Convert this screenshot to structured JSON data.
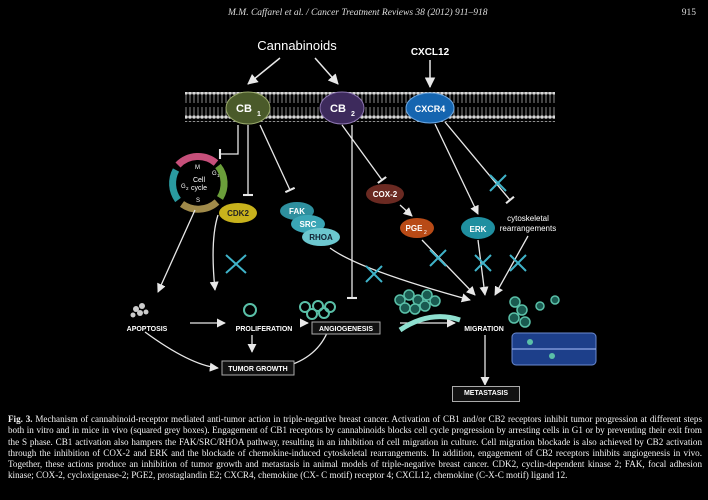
{
  "header": {
    "journal": "M.M. Caffarel et al. / Cancer Treatment Reviews 38 (2012) 911–918",
    "page": "915"
  },
  "figure": {
    "ligands": {
      "cannabinoids": "Cannabinoids",
      "cxcl12": "CXCL12"
    },
    "receptors": {
      "cb1": "CB",
      "cb1_sub": "1",
      "cb2": "CB",
      "cb2_sub": "2",
      "cxcr4": "CXCR4"
    },
    "cell_cycle": {
      "m": "M",
      "g1": "G",
      "g1_sub": "1",
      "s": "S",
      "g2": "G",
      "g2_sub": "2",
      "label1": "Cell",
      "label2": "cycle"
    },
    "nodes": {
      "cdk2": "CDK2",
      "fak": "FAK",
      "src": "SRC",
      "rhoa": "RHOA",
      "cox2": "COX-2",
      "pge2": "PGE",
      "pge2_sub": "2",
      "erk": "ERK",
      "cytoskeletal1": "cytoskeletal",
      "cytoskeletal2": "rearrangements"
    },
    "outcomes": {
      "apoptosis": "APOPTOSIS",
      "proliferation": "PROLIFERATION",
      "angiogenesis": "ANGIOGENESIS",
      "migration": "MIGRATION",
      "tumor_growth": "TUMOR GROWTH",
      "metastasis": "METASTASIS"
    },
    "colors": {
      "cb1": "#4a5a2a",
      "cb2": "#3d2a5c",
      "cxcr4": "#1565b0",
      "cdk2": "#c8b21c",
      "fak": "#2e8f9e",
      "cox2": "#6b2a22",
      "pge2": "#b84a16",
      "erk": "#1f8fa0",
      "inhibit_x": "#3fb3c9"
    }
  },
  "caption": {
    "fig_label": "Fig. 3.",
    "text": "Mechanism of cannabinoid-receptor mediated anti-tumor action in triple-negative breast cancer. Activation of CB1 and/or CB2 receptors inhibit tumor progression at different steps both in vitro and in mice in vivo (squared grey boxes). Engagement of CB1 receptors by cannabinoids blocks cell cycle progression by arresting cells in G1 or by preventing their exit from the S phase. CB1 activation also hampers the FAK/SRC/RHOA pathway, resulting in an inhibition of cell migration in culture. Cell migration blockade is also achieved by CB2 activation through the inhibition of COX-2 and ERK and the blockade of chemokine-induced cytoskeletal rearrangements. In addition, engagement of CB2 receptors inhibits angiogenesis in vivo. Together, these actions produce an inhibition of tumor growth and metastasis in animal models of triple-negative breast cancer. CDK2, cyclin-dependent kinase 2; FAK, focal adhesion kinase; COX-2, cycloxigenase-2; PGE2, prostaglandin E2; CXCR4, chemokine (CX- C motif) receptor 4; CXCL12, chemokine (C-X-C motif) ligand 12."
  }
}
